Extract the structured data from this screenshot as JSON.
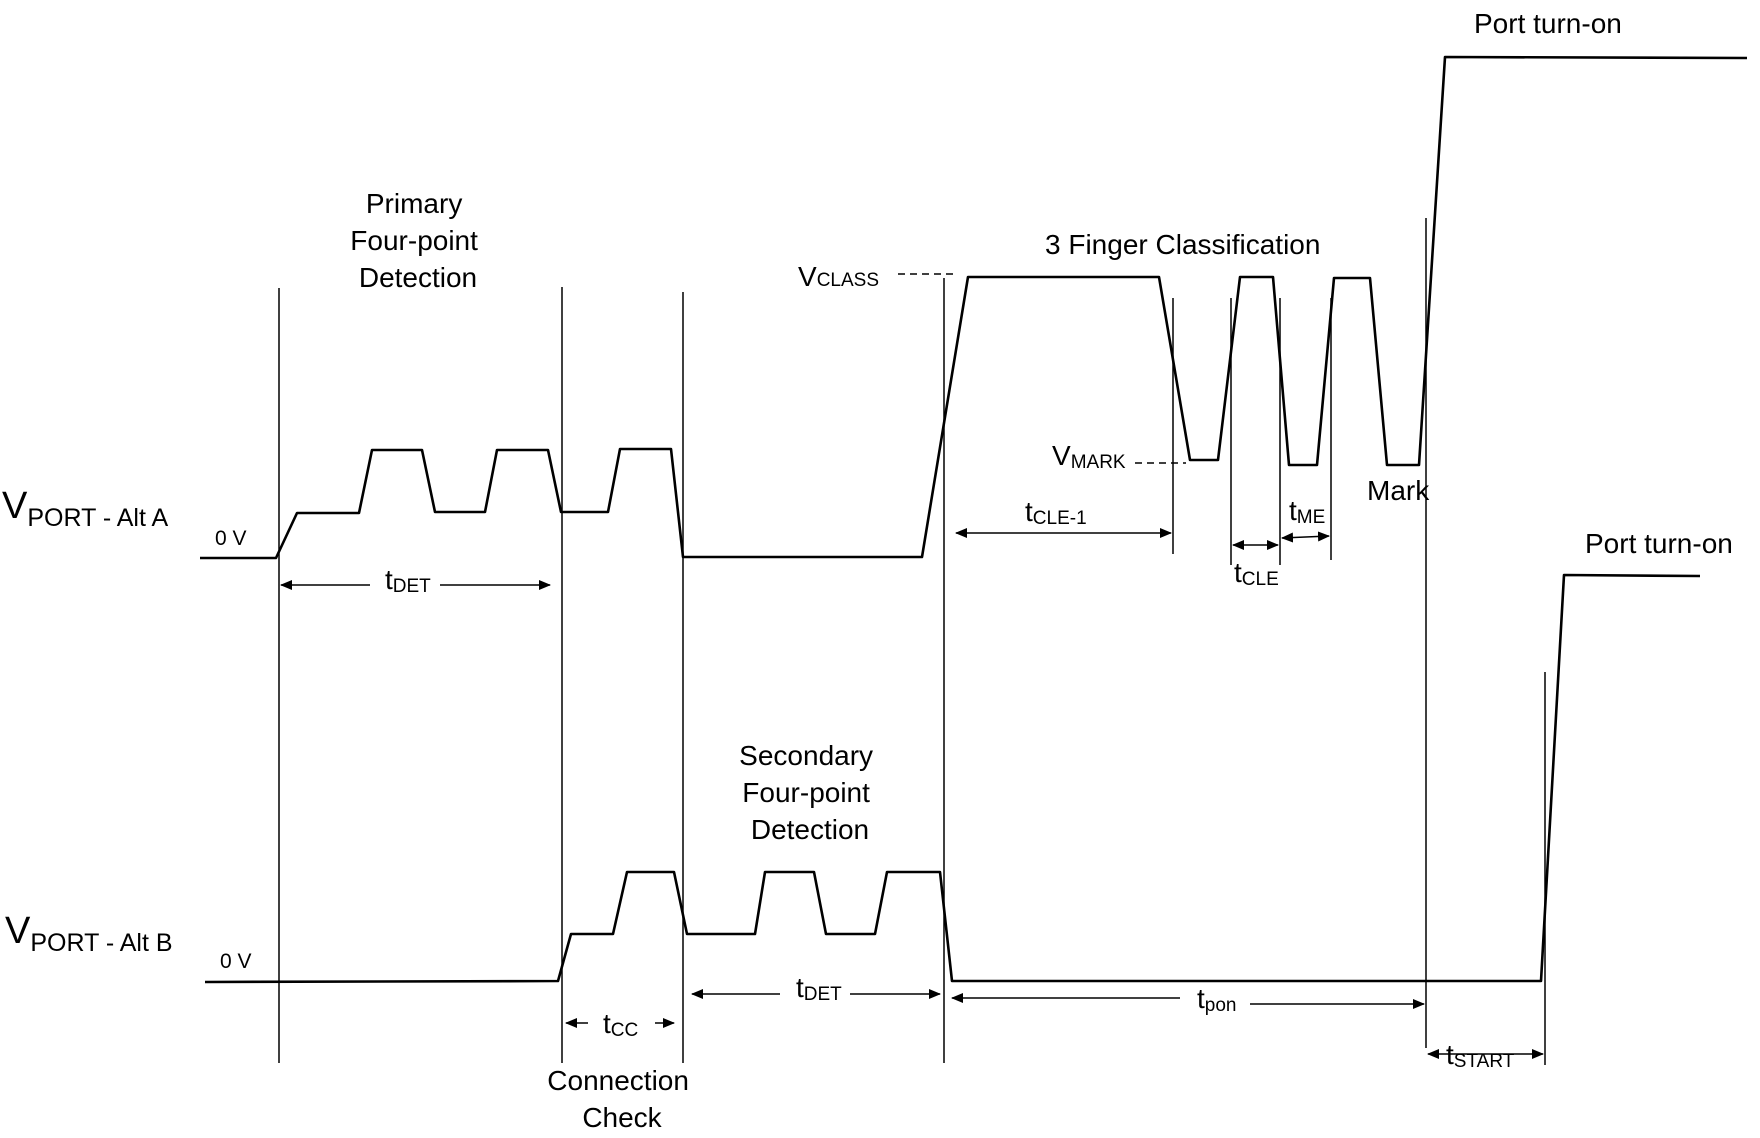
{
  "signals": {
    "alt_a": {
      "main": "V",
      "sub": "PORT - Alt A",
      "zero": "0 V"
    },
    "alt_b": {
      "main": "V",
      "sub": "PORT - Alt B",
      "zero": "0 V"
    }
  },
  "phases": {
    "primary": [
      "Primary",
      "Four-point",
      "Detection"
    ],
    "secondary": [
      "Secondary",
      "Four-point",
      "Detection"
    ],
    "connection": [
      "Connection",
      "Check"
    ],
    "classification": "3 Finger Classification",
    "turn_on_a": "Port turn-on",
    "turn_on_b": "Port turn-on",
    "mark": "Mark"
  },
  "levels": {
    "vclass": {
      "main": "V",
      "sub": "CLASS"
    },
    "vmark": {
      "main": "V",
      "sub": "MARK"
    }
  },
  "timings": {
    "tdet_a": {
      "main": "t",
      "sub": "DET"
    },
    "tcle1": {
      "main": "t",
      "sub": "CLE-1"
    },
    "tme": {
      "main": "t",
      "sub": "ME"
    },
    "tcle": {
      "main": "t",
      "sub": "CLE"
    },
    "tcc": {
      "main": "t",
      "sub": "CC"
    },
    "tdet_b": {
      "main": "t",
      "sub": "DET"
    },
    "tpon": {
      "main": "t",
      "sub": "pon"
    },
    "tstart": {
      "main": "t",
      "sub": "START"
    }
  }
}
